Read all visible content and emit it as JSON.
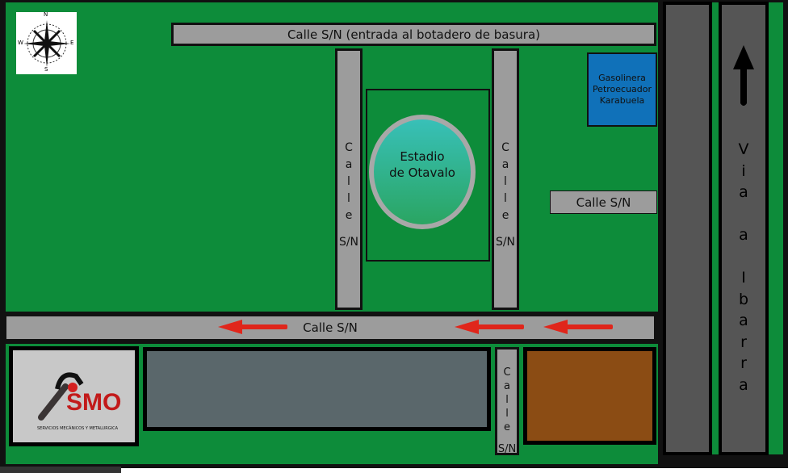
{
  "compass": {
    "n": "N",
    "s": "S",
    "e": "E",
    "w": "W"
  },
  "top_road": "Calle S/N (entrada al botadero de basura)",
  "left_vertical_road": {
    "word": [
      "C",
      "a",
      "l",
      "l",
      "e"
    ],
    "code": "S/N"
  },
  "right_vertical_road": {
    "word": [
      "C",
      "a",
      "l",
      "l",
      "e"
    ],
    "code": "S/N"
  },
  "small_vertical_road": {
    "word": [
      "C",
      "a",
      "l",
      "l",
      "e"
    ],
    "code": "S/N"
  },
  "stadium": {
    "line1": "Estadio",
    "line2": "de Otavalo"
  },
  "gas_station": {
    "line1": "Gasolinera",
    "line2": "Petroecuador",
    "line3": "Karabuela"
  },
  "side_road": "Calle S/N",
  "main_road": "Calle S/N",
  "highway": [
    "V",
    "i",
    "a",
    "",
    "a",
    "",
    "I",
    "b",
    "a",
    "r",
    "r",
    "a"
  ],
  "logo": {
    "brand": "SMO",
    "tagline": "SERVICIOS MECÁNICOS Y METALURGICA"
  },
  "colors": {
    "grass": "#0d8c3a",
    "road": "#9c9c9c",
    "highway": "#555555",
    "gas": "#1071b9",
    "arrow": "#e0261b",
    "lot": "#8b4c14"
  }
}
